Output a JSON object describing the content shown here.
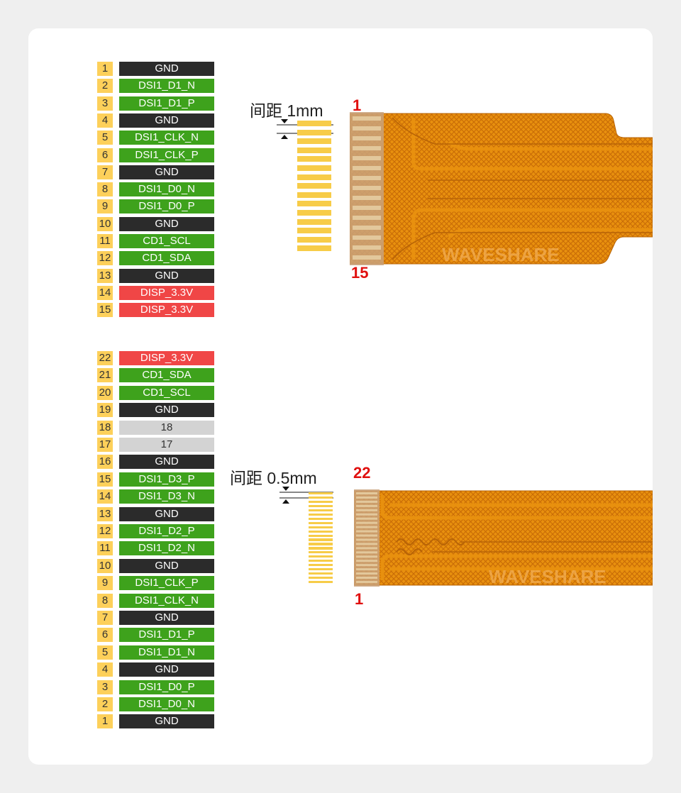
{
  "top_connector": {
    "pitch_label": "间距 1mm",
    "first_pin_label": "1",
    "last_pin_label": "15",
    "pad_count": 15,
    "pins": [
      {
        "num": "1",
        "name": "GND",
        "type": "gnd"
      },
      {
        "num": "2",
        "name": "DSI1_D1_N",
        "type": "signal"
      },
      {
        "num": "3",
        "name": "DSI1_D1_P",
        "type": "signal"
      },
      {
        "num": "4",
        "name": "GND",
        "type": "gnd"
      },
      {
        "num": "5",
        "name": "DSI1_CLK_N",
        "type": "signal"
      },
      {
        "num": "6",
        "name": "DSI1_CLK_P",
        "type": "signal"
      },
      {
        "num": "7",
        "name": "GND",
        "type": "gnd"
      },
      {
        "num": "8",
        "name": "DSI1_D0_N",
        "type": "signal"
      },
      {
        "num": "9",
        "name": "DSI1_D0_P",
        "type": "signal"
      },
      {
        "num": "10",
        "name": "GND",
        "type": "gnd"
      },
      {
        "num": "11",
        "name": "CD1_SCL",
        "type": "signal"
      },
      {
        "num": "12",
        "name": "CD1_SDA",
        "type": "signal"
      },
      {
        "num": "13",
        "name": "GND",
        "type": "gnd"
      },
      {
        "num": "14",
        "name": "DISP_3.3V",
        "type": "power"
      },
      {
        "num": "15",
        "name": "DISP_3.3V",
        "type": "power"
      }
    ]
  },
  "bottom_connector": {
    "pitch_label": "间距 0.5mm",
    "first_pin_label": "22",
    "last_pin_label": "1",
    "pad_count": 22,
    "pins": [
      {
        "num": "22",
        "name": "DISP_3.3V",
        "type": "power"
      },
      {
        "num": "21",
        "name": "CD1_SDA",
        "type": "signal"
      },
      {
        "num": "20",
        "name": "CD1_SCL",
        "type": "signal"
      },
      {
        "num": "19",
        "name": "GND",
        "type": "gnd"
      },
      {
        "num": "18",
        "name": "18",
        "type": "nc"
      },
      {
        "num": "17",
        "name": "17",
        "type": "nc"
      },
      {
        "num": "16",
        "name": "GND",
        "type": "gnd"
      },
      {
        "num": "15",
        "name": "DSI1_D3_P",
        "type": "signal"
      },
      {
        "num": "14",
        "name": "DSI1_D3_N",
        "type": "signal"
      },
      {
        "num": "13",
        "name": "GND",
        "type": "gnd"
      },
      {
        "num": "12",
        "name": "DSI1_D2_P",
        "type": "signal"
      },
      {
        "num": "11",
        "name": "DSI1_D2_N",
        "type": "signal"
      },
      {
        "num": "10",
        "name": "GND",
        "type": "gnd"
      },
      {
        "num": "9",
        "name": "DSI1_CLK_P",
        "type": "signal"
      },
      {
        "num": "8",
        "name": "DSI1_CLK_N",
        "type": "signal"
      },
      {
        "num": "7",
        "name": "GND",
        "type": "gnd"
      },
      {
        "num": "6",
        "name": "DSI1_D1_P",
        "type": "signal"
      },
      {
        "num": "5",
        "name": "DSI1_D1_N",
        "type": "signal"
      },
      {
        "num": "4",
        "name": "GND",
        "type": "gnd"
      },
      {
        "num": "3",
        "name": "DSI1_D0_P",
        "type": "signal"
      },
      {
        "num": "2",
        "name": "DSI1_D0_N",
        "type": "signal"
      },
      {
        "num": "1",
        "name": "GND",
        "type": "gnd"
      }
    ]
  },
  "watermark": "WAVESHARE",
  "colors": {
    "gnd": "#2b2b2b",
    "signal": "#3ea21c",
    "power": "#f04646",
    "nc": "#d3d3d3",
    "pin_number_bg": "#fdd05a",
    "pin_marker": "#e0100f",
    "cable": "#e8900e"
  }
}
